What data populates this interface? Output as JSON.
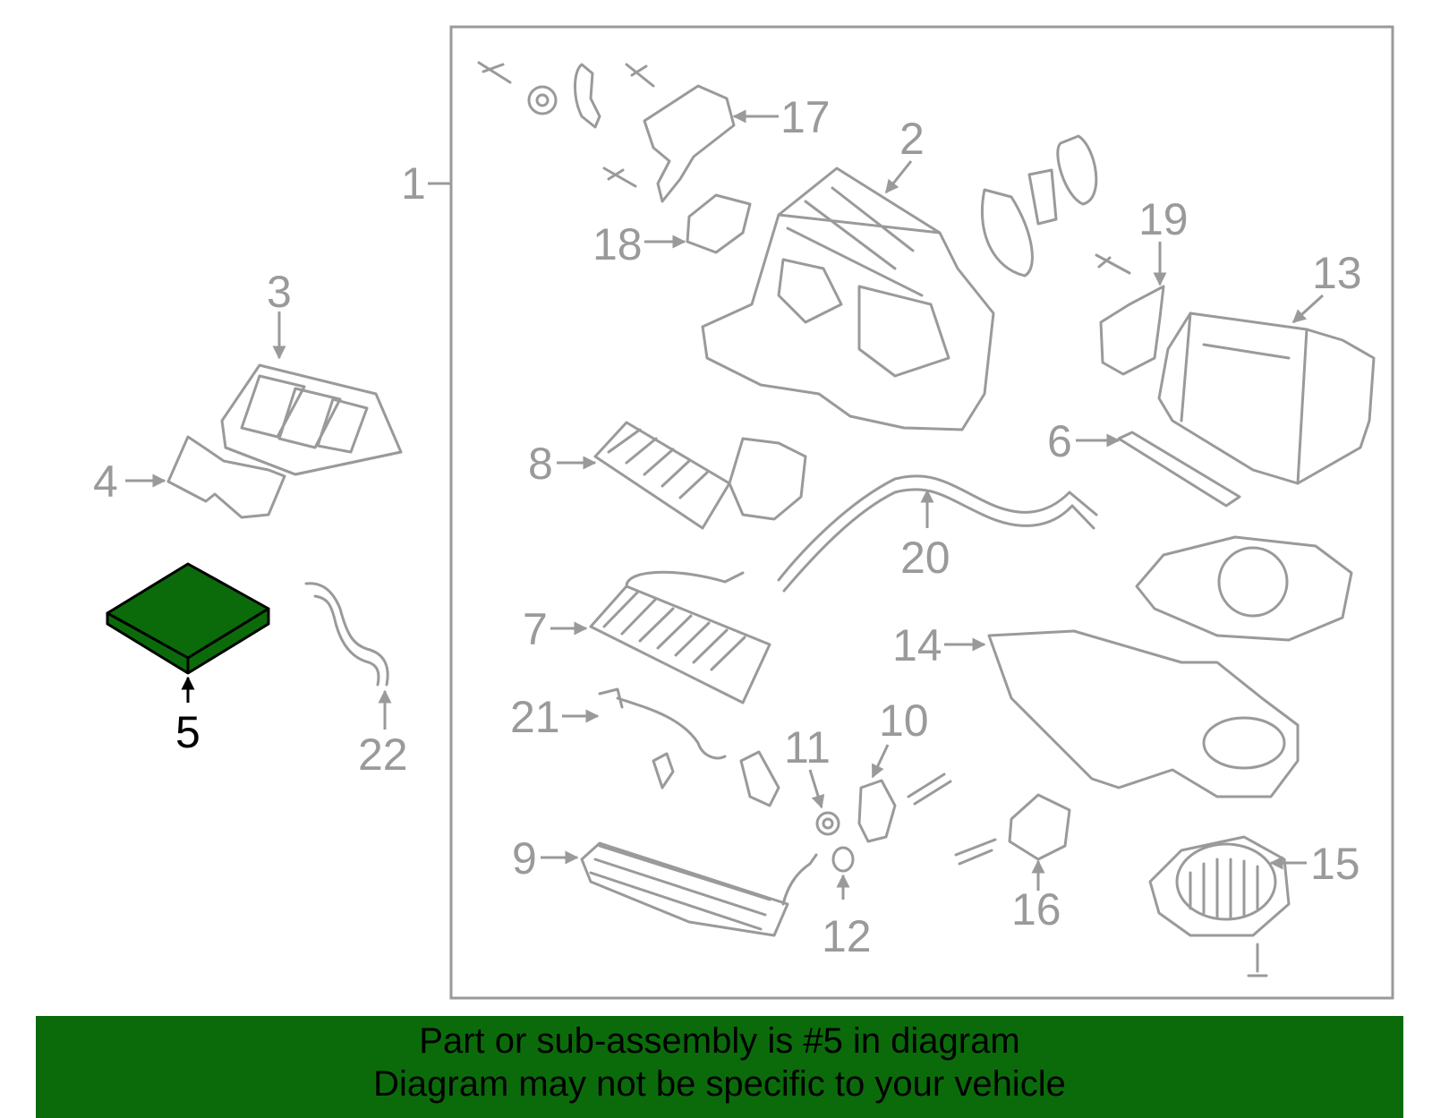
{
  "callouts": {
    "c1": "1",
    "c2": "2",
    "c3": "3",
    "c4": "4",
    "c5": "5",
    "c6": "6",
    "c7": "7",
    "c8": "8",
    "c9": "9",
    "c10": "10",
    "c11": "11",
    "c12": "12",
    "c13": "13",
    "c14": "14",
    "c15": "15",
    "c16": "16",
    "c17": "17",
    "c18": "18",
    "c19": "19",
    "c20": "20",
    "c21": "21",
    "c22": "22"
  },
  "highlight": {
    "part_number": "5",
    "color": "#0b6b0b"
  },
  "colors": {
    "line_art": "#9a9a9a",
    "banner_bg": "#0b6b0b",
    "highlight_fill": "#0b6b0b"
  },
  "banner": {
    "line1": "Part or sub-assembly is #5 in diagram",
    "line2": "Diagram may not be specific to your vehicle"
  }
}
